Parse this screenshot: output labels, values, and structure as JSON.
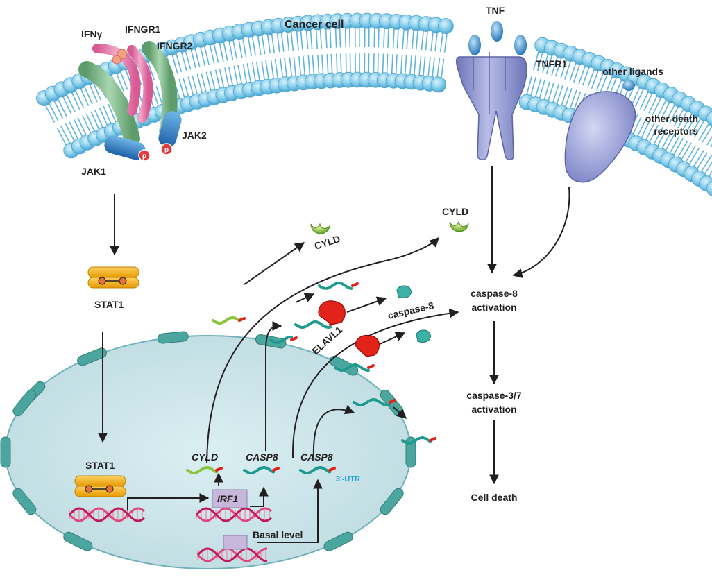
{
  "title": "Cancer cell",
  "membrane": {
    "ifng": "IFNγ",
    "ifngr1": "IFNGR1",
    "ifngr2": "IFNGR2",
    "jak1": "JAK1",
    "jak2": "JAK2",
    "phospho": "p",
    "tnf": "TNF",
    "tnfr1": "TNFR1",
    "other_ligands": "other ligands",
    "other_receptors_l1": "other death",
    "other_receptors_l2": "receptors"
  },
  "cytoplasm": {
    "stat1": "STAT1",
    "cyld_protein": "CYLD",
    "cyld_arrow": "CYLD",
    "caspase8_arrow": "caspase-8",
    "elavl1": "ELAVL1"
  },
  "nucleus": {
    "stat1": "STAT1",
    "cyld_gene": "CYLD",
    "casp8_gene_1": "CASP8",
    "casp8_gene_2": "CASP8",
    "utr": "3'-UTR",
    "irf1": "IRF1",
    "basal": "Basal level"
  },
  "pathway": {
    "casp8_act_l1": "caspase-8",
    "casp8_act_l2": "activation",
    "casp37_act_l1": "caspase-3/7",
    "casp37_act_l2": "activation",
    "death": "Cell death"
  },
  "colors": {
    "lipid_head": "#7fcbe8",
    "lipid_tail": "#5fb4dc",
    "nucleus": "#cfe6ea",
    "pore": "#4aa69e",
    "stat1": "#f7b51b",
    "receptor": "#8d95cf",
    "cyld": "#8bc43f",
    "mrna_teal": "#1e9b8f",
    "elavl1": "#e2231a",
    "dna": "#e0467c",
    "irf1_box": "#c7b8db"
  }
}
